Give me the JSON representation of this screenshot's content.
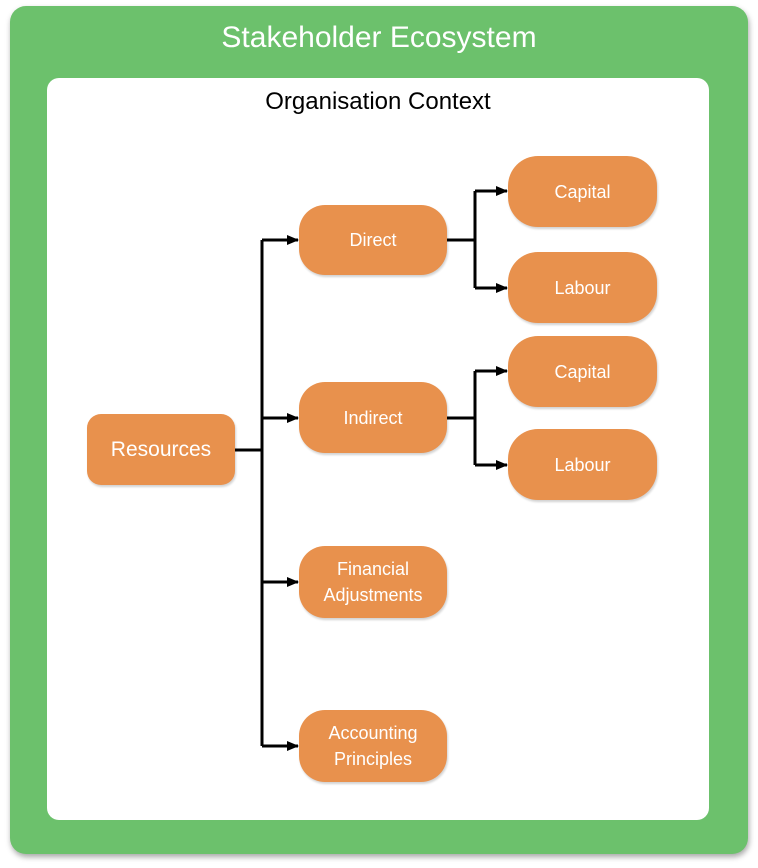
{
  "colors": {
    "outer_background": "#6cc16c",
    "inner_background": "#ffffff",
    "node_fill": "#e8914d",
    "node_text": "#ffffff",
    "connector": "#000000"
  },
  "diagram": {
    "outer_title": "Stakeholder Ecosystem",
    "inner_title": "Organisation Context",
    "nodes": {
      "resources": "Resources",
      "direct": "Direct",
      "direct_capital": "Capital",
      "direct_labour": "Labour",
      "indirect": "Indirect",
      "indirect_capital": "Capital",
      "indirect_labour": "Labour",
      "financial_adjustments": "Financial\nAdjustments",
      "accounting_principles": "Accounting\nPrinciples"
    }
  }
}
